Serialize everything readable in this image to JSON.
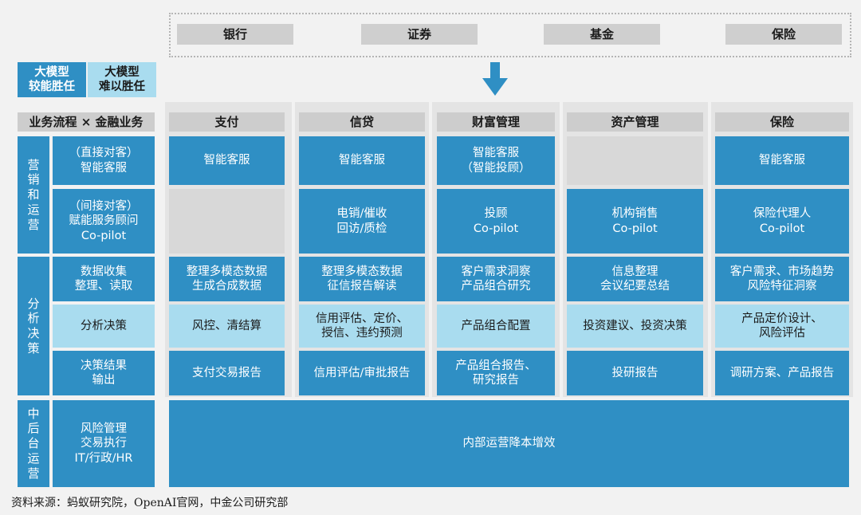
{
  "sectors": [
    "银行",
    "证券",
    "基金",
    "保险"
  ],
  "legend": {
    "capable": "大模型\n较能胜任",
    "incapable": "大模型\n难以胜任"
  },
  "corner_header": "业务流程 × 金融业务",
  "columns": [
    "支付",
    "信贷",
    "财富管理",
    "资产管理",
    "保险"
  ],
  "groups": [
    {
      "label": "营\n销\n和\n运\n营"
    },
    {
      "label": "分\n析\n决\n策"
    },
    {
      "label": "中\n后\n台\n运\n营"
    }
  ],
  "rows": [
    {
      "label": "（直接对客）\n智能客服",
      "cells": [
        "智能客服",
        "智能客服",
        "智能客服\n（智能投顾）",
        "",
        "智能客服"
      ]
    },
    {
      "label": "（间接对客）\n赋能服务顾问\nCo-pilot",
      "cells": [
        "",
        "电销/催收\n回访/质检",
        "投顾\nCo-pilot",
        "机构销售\nCo-pilot",
        "保险代理人\nCo-pilot"
      ]
    },
    {
      "label": "数据收集\n整理、读取",
      "cells": [
        "整理多模态数据\n生成合成数据",
        "整理多模态数据\n征信报告解读",
        "客户需求洞察\n产品组合研究",
        "信息整理\n会议纪要总结",
        "客户需求、市场趋势\n风险特征洞察"
      ]
    },
    {
      "label": "分析决策",
      "cells": [
        "风控、清结算",
        "信用评估、定价、\n授信、违约预测",
        "产品组合配置",
        "投资建议、投资决策",
        "产品定价设计、\n风险评估"
      ]
    },
    {
      "label": "决策结果\n输出",
      "cells": [
        "支付交易报告",
        "信用评估/审批报告",
        "产品组合报告、\n研究报告",
        "投研报告",
        "调研方案、产品报告"
      ]
    },
    {
      "label": "风险管理\n交易执行\nIT/行政/HR",
      "cells": [
        "内部运营降本增效"
      ]
    }
  ],
  "source": "资料来源：蚂蚁研究院，OpenAI官网，中金公司研究部",
  "colors": {
    "dark": "#2f8fc4",
    "light": "#a9dcef",
    "header": "#cdcdcd",
    "empty": "#d8d8d8"
  }
}
